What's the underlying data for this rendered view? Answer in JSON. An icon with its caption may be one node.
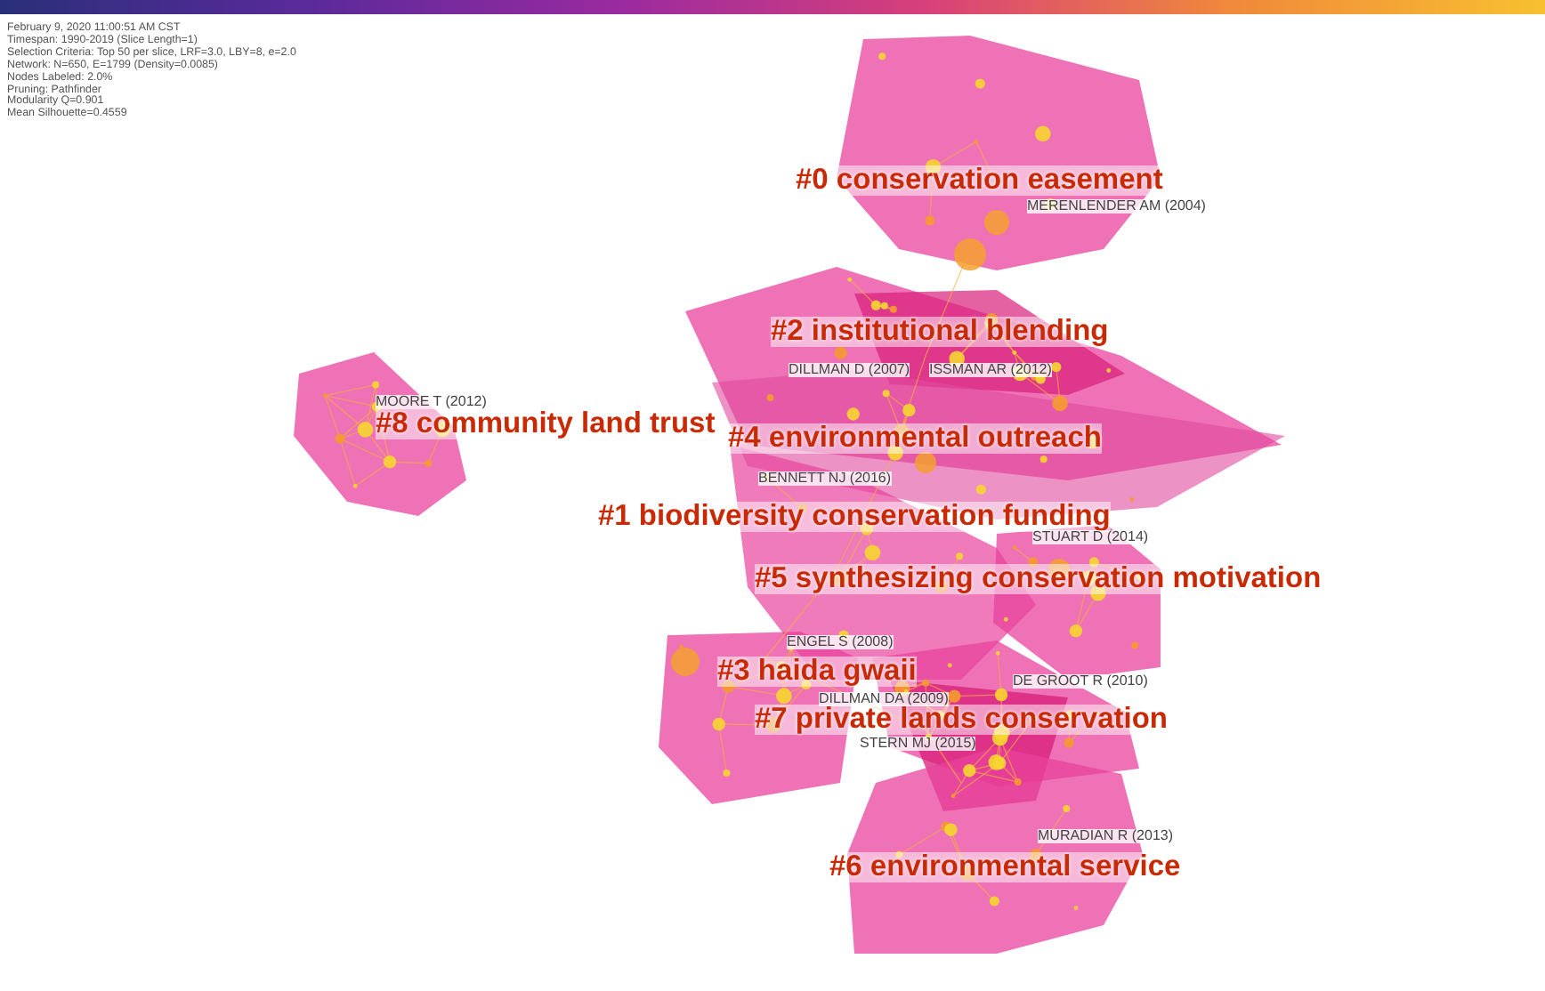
{
  "diagram": {
    "labels": [
      "February 9, 2020 11:00:51 AM CST",
      "Timespan: 1990-2019 (Slice Length=1)",
      "Selection Criteria: Top 50 per slice, LRF=3.0, LBY=8, e=2.0",
      "Network: N=650, E=1799 (Density=0.0085)",
      "Nodes Labeled: 2.0%",
      "Pruning: Pathfinder",
      "Modularity Q=0.901",
      "Mean Silhouette=0.4559",
      "#0 conservation easement",
      "MERENLENDER AM (2004)",
      "#2 institutional blending",
      "DILLMAN D (2007)",
      "ISSMAN AR (2012)",
      "MOORE T (2012)",
      "#8 community land trust",
      "#4 environmental outreach",
      "BENNETT NJ (2016)",
      "#1 biodiversity conservation funding",
      "STUART D (2014)",
      "#5 synthesizing conservation motivation",
      "ENGEL S (2008)",
      "#3 haida gwaii",
      "DE GROOT R (2010)",
      "DILLMAN DA (2009)",
      "#7 private lands conservation",
      "STERN MJ (2015)",
      "MURADIAN R (2013)",
      "#6 environmental service"
    ]
  }
}
